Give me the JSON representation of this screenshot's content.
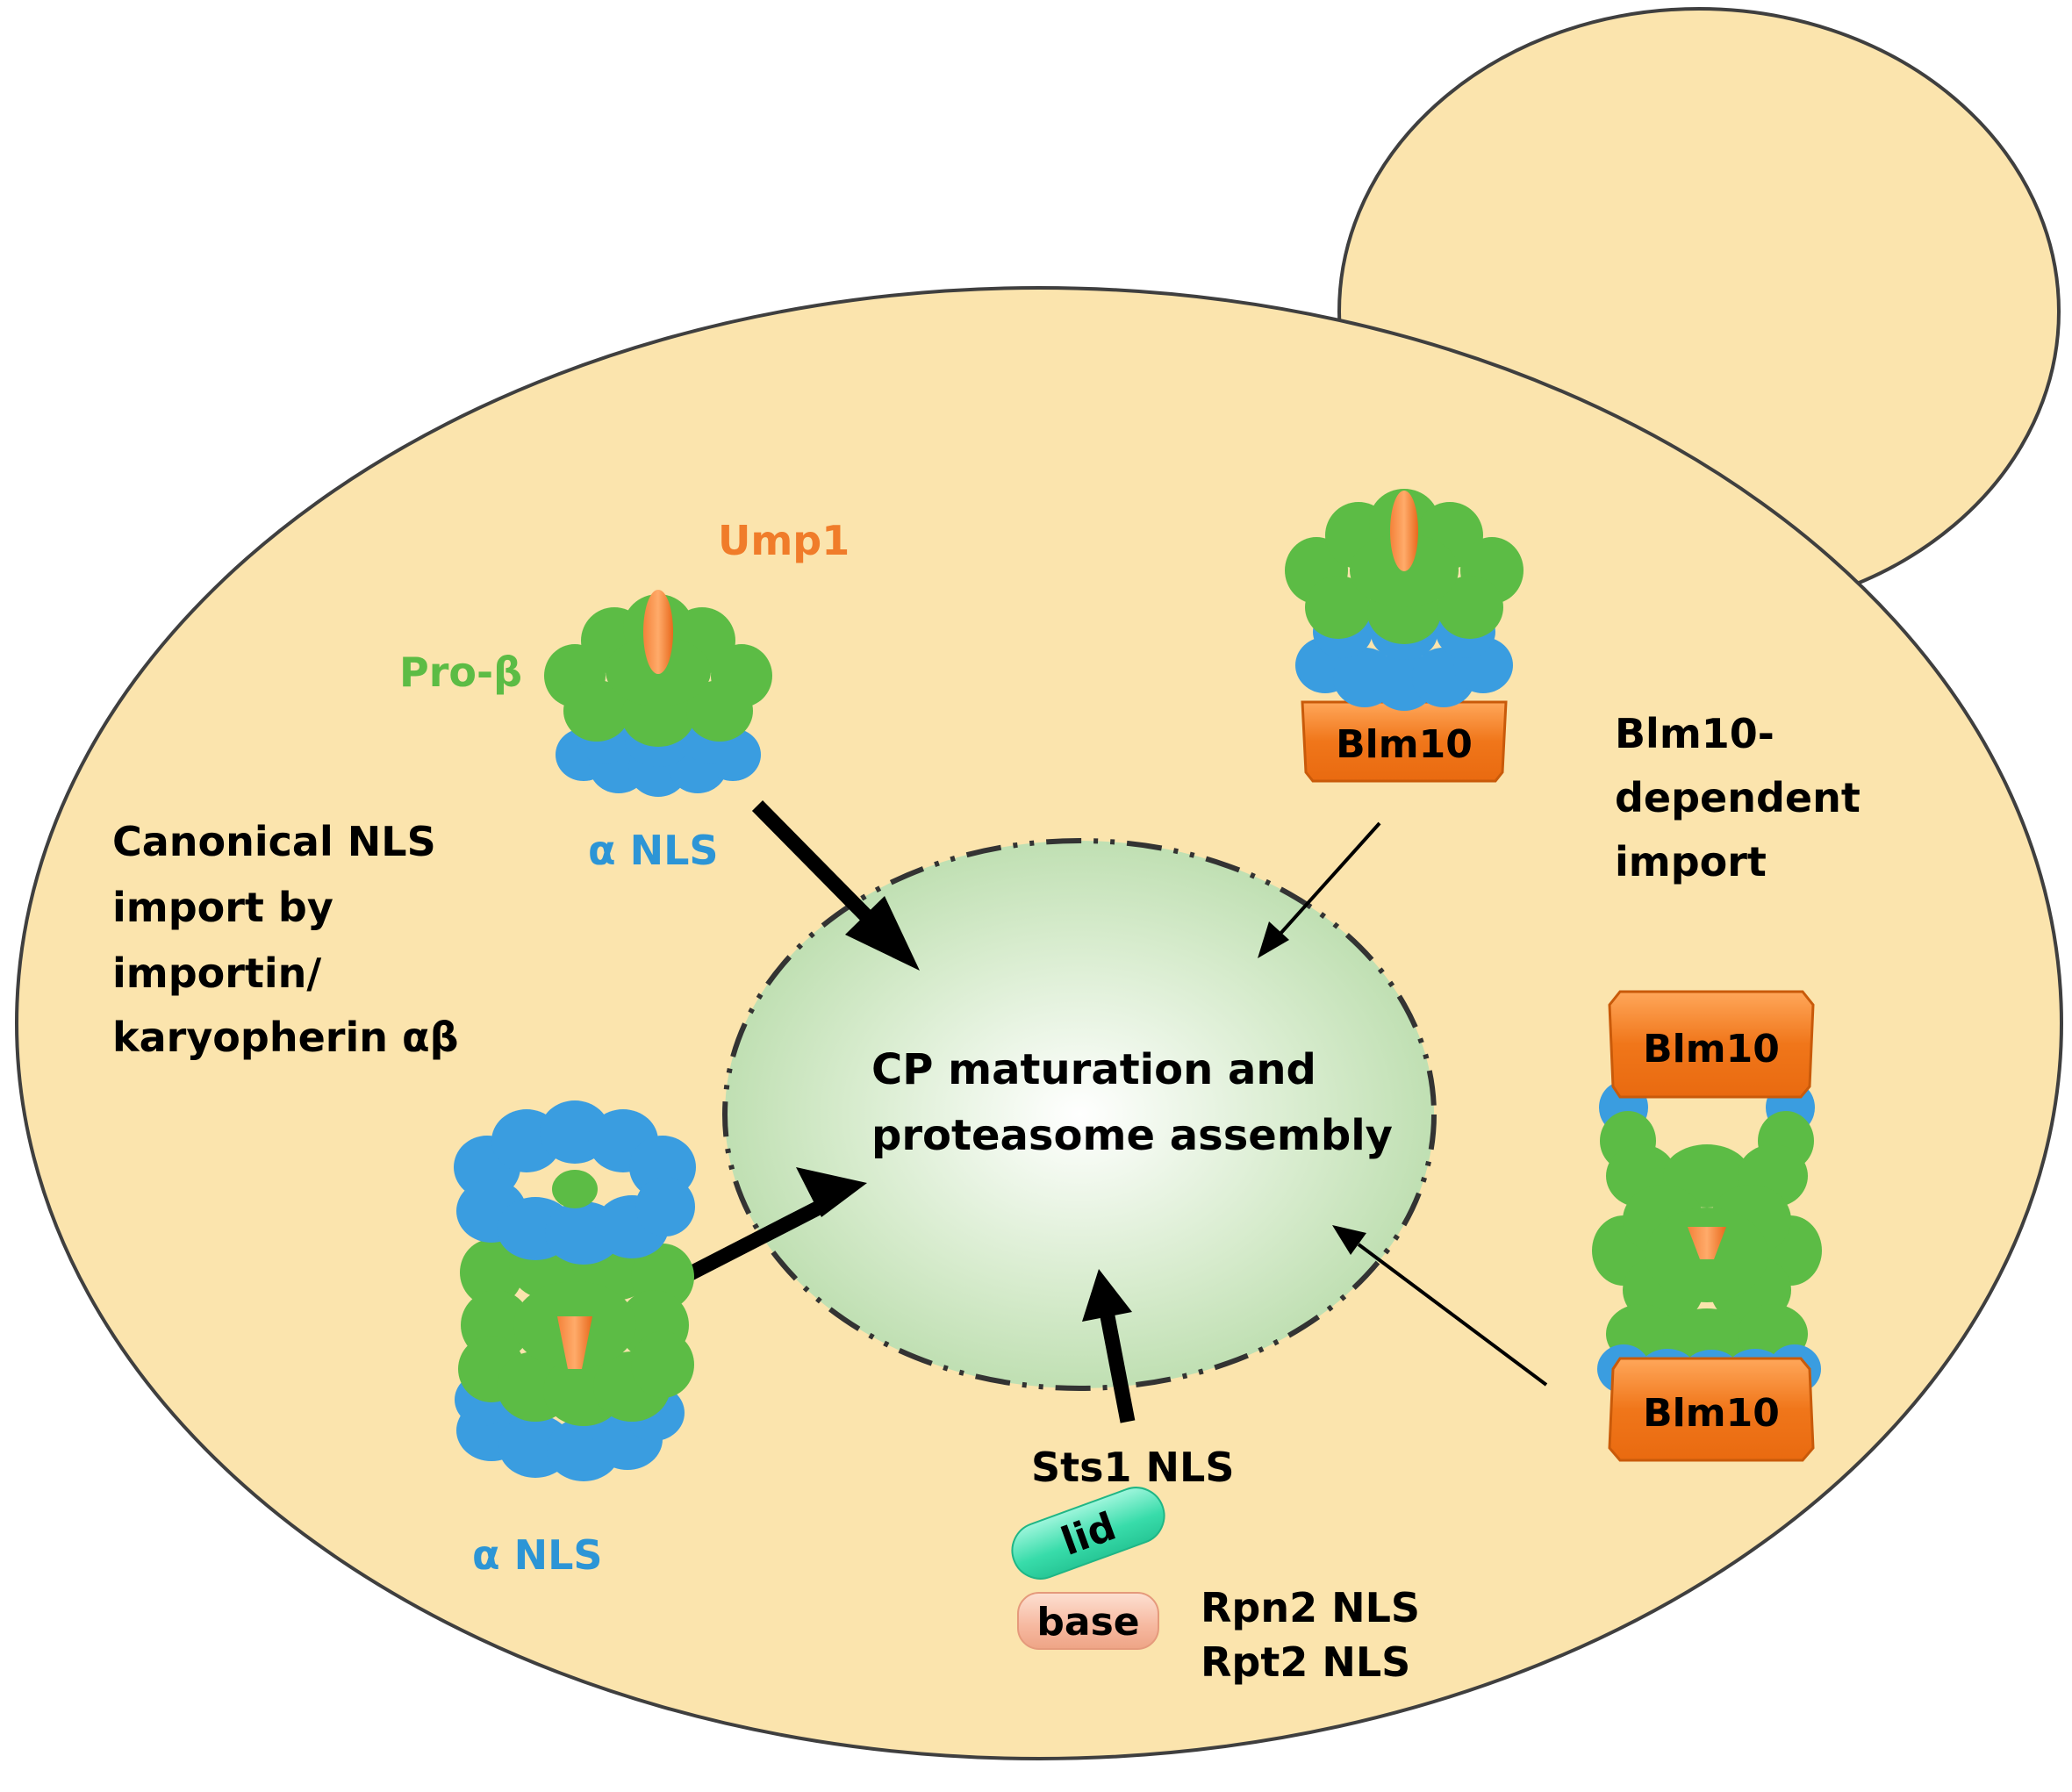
{
  "colors": {
    "cell_fill": "#fbe4ad",
    "cell_stroke": "#3f3f3f",
    "nucleus_fill": "#cfe6c4",
    "beta_green": "#5cbc45",
    "alpha_blue": "#3a9de0",
    "ump1_orange": "#f07c2a",
    "blm10_orange": "#f07c1c",
    "lid_teal": "#3ee0b0",
    "base_pink": "#f6b59b",
    "text_black": "#000000",
    "text_green": "#5cbc45",
    "text_blue": "#2c95d6",
    "text_orange": "#f07c2a"
  },
  "labels": {
    "ump1": "Ump1",
    "pro_beta": "Pro-β",
    "alpha_nls_top": "α NLS",
    "alpha_nls_bottom": "α NLS",
    "canonical": [
      "Canonical NLS",
      "import by",
      "importin/",
      "karyopherin αβ"
    ],
    "blm10_dependent": [
      "Blm10-",
      "dependent",
      "import"
    ],
    "nucleus": [
      "CP maturation and",
      "proteasome assembly"
    ],
    "blm10_top_particle": "Blm10",
    "blm10_cp_upper": "Blm10",
    "blm10_cp_lower": "Blm10",
    "sts1": "Sts1 NLS",
    "lid": "lid",
    "base": "base",
    "rpn2": "Rpn2 NLS",
    "rpt2": "Rpt2 NLS"
  },
  "icons": {
    "precursor_complex": "proteasome-precursor-icon",
    "core_particle": "core-particle-icon",
    "arrow": "arrow-icon"
  }
}
